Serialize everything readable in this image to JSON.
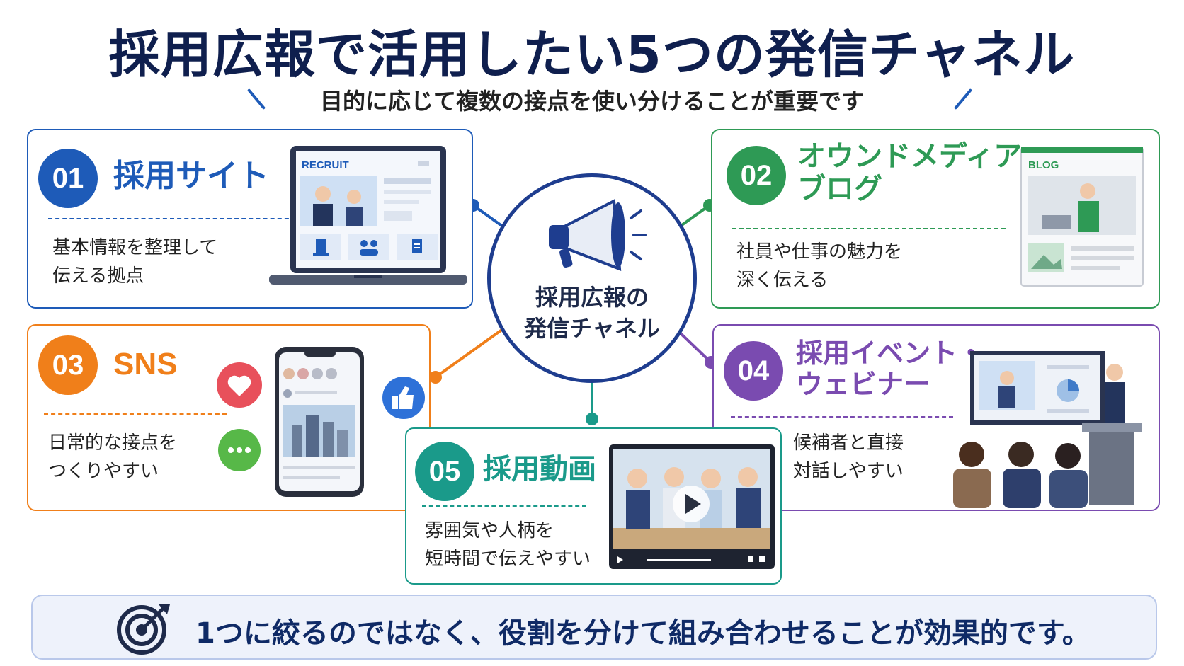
{
  "header": {
    "title": "採用広報で活用したい5つの発信チャネル",
    "subtitle": "目的に応じて複数の接点を使い分けることが重要です"
  },
  "hub": {
    "line1": "採用広報の",
    "line2": "発信チャネル"
  },
  "colors": {
    "navy": "#0f1f4e",
    "blue": "#1e5bb8",
    "green": "#2e9a55",
    "orange": "#f07f1a",
    "purple": "#7a4bb0",
    "teal": "#1a9a8a"
  },
  "cards": [
    {
      "num": "01",
      "title1": "採用サイト",
      "title2": "",
      "desc1": "基本情報を整理して",
      "desc2": "伝える拠点",
      "badge": "RECRUIT"
    },
    {
      "num": "02",
      "title1": "オウンドメディア・",
      "title2": "ブログ",
      "desc1": "社員や仕事の魅力を",
      "desc2": "深く伝える",
      "badge": "BLOG"
    },
    {
      "num": "03",
      "title1": "SNS",
      "title2": "",
      "desc1": "日常的な接点を",
      "desc2": "つくりやすい",
      "badge": ""
    },
    {
      "num": "04",
      "title1": "採用イベント・",
      "title2": "ウェビナー",
      "desc1": "候補者と直接",
      "desc2": "対話しやすい",
      "badge": ""
    },
    {
      "num": "05",
      "title1": "採用動画",
      "title2": "",
      "desc1": "雰囲気や人柄を",
      "desc2": "短時間で伝えやすい",
      "badge": ""
    }
  ],
  "footer": {
    "text": "1つに絞るのではなく、役割を分けて組み合わせることが効果的です。"
  },
  "icons": [
    "megaphone-icon",
    "target-icon",
    "building-icon",
    "people-icon",
    "document-icon",
    "heart-icon",
    "chat-icon",
    "thumbs-up-icon",
    "play-icon",
    "chart-icon"
  ]
}
